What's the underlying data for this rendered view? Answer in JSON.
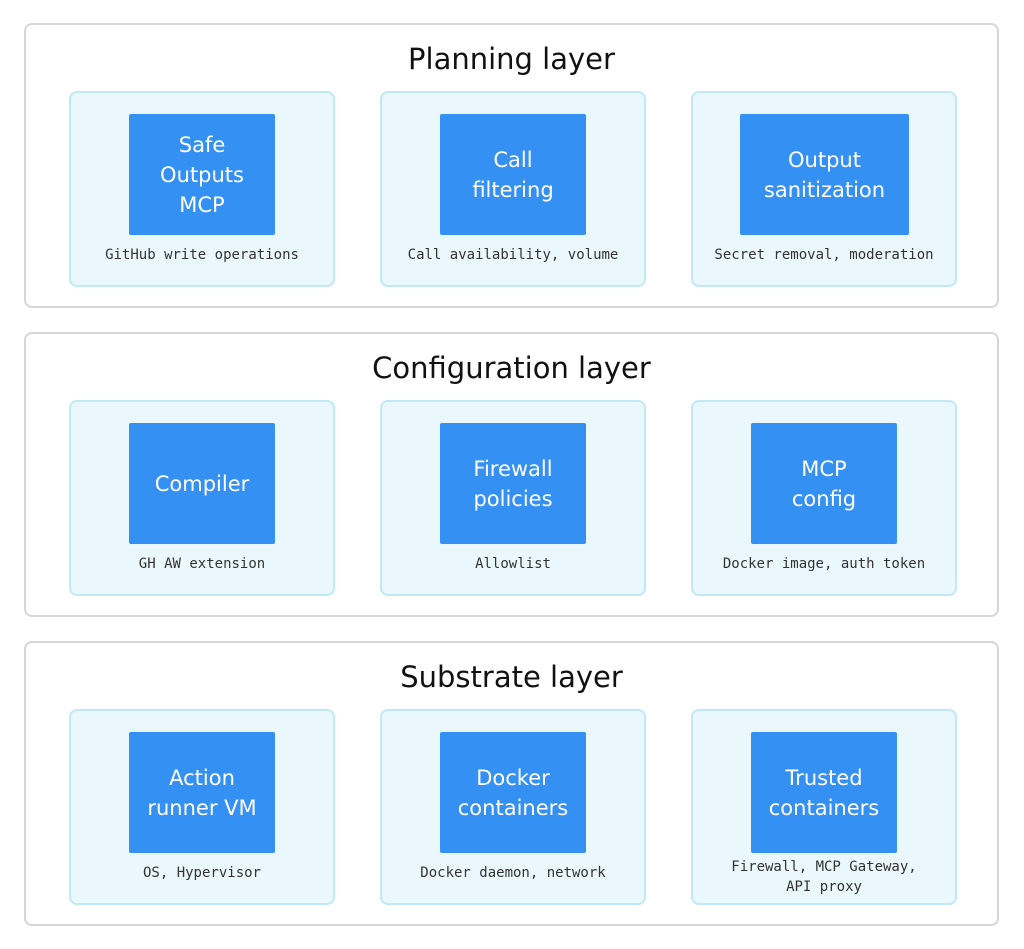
{
  "layers": [
    {
      "title": "Planning layer",
      "cards": [
        {
          "box": "Safe\nOutputs\nMCP",
          "caption": "GitHub write operations"
        },
        {
          "box": "Call\nfiltering",
          "caption": "Call availability, volume"
        },
        {
          "box": "Output\nsanitization",
          "caption": "Secret removal, moderation"
        }
      ]
    },
    {
      "title": "Configuration layer",
      "cards": [
        {
          "box": "Compiler",
          "caption": "GH AW extension"
        },
        {
          "box": "Firewall\npolicies",
          "caption": "Allowlist"
        },
        {
          "box": "MCP\nconfig",
          "caption": "Docker image, auth token"
        }
      ]
    },
    {
      "title": "Substrate layer",
      "cards": [
        {
          "box": "Action\nrunner VM",
          "caption": "OS, Hypervisor"
        },
        {
          "box": "Docker\ncontainers",
          "caption": "Docker daemon, network"
        },
        {
          "box": "Trusted\ncontainers",
          "caption": "Firewall, MCP Gateway,\nAPI proxy"
        }
      ]
    }
  ],
  "colors": {
    "box_fill": "#3590f3",
    "card_fill": "#eaf8fd",
    "card_border": "#bfe9f6",
    "layer_border": "#d6d6d6"
  }
}
